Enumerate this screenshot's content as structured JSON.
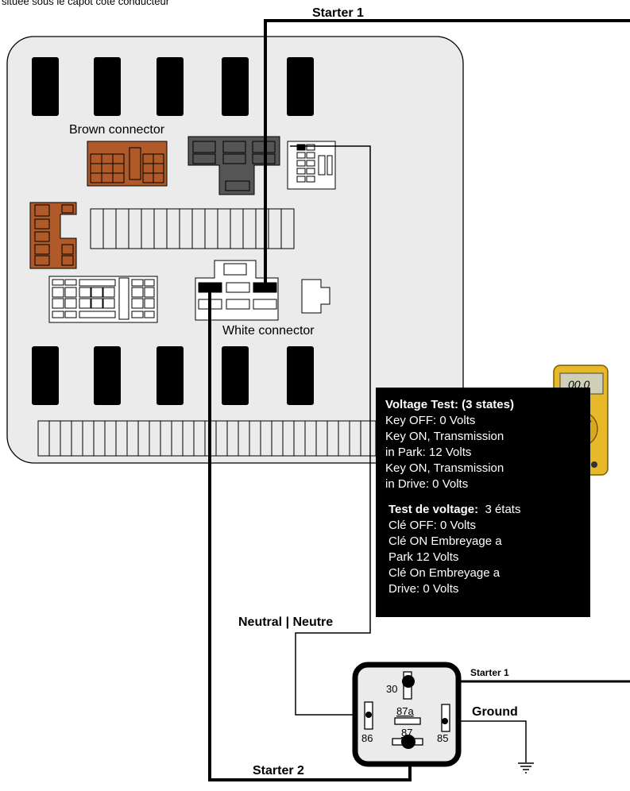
{
  "caption": "située sous le capot côté conducteur",
  "labels": {
    "starter1_top": "Starter 1",
    "brown_connector": "Brown connector",
    "white_connector": "White connector",
    "neutral": "Neutral | Neutre",
    "starter1_relay": "Starter 1",
    "ground": "Ground",
    "starter2": "Starter  2"
  },
  "relay_pins": {
    "p30": "30",
    "p87a": "87a",
    "p86": "86",
    "p87": "87",
    "p85": "85"
  },
  "multimeter": {
    "display": "00.0"
  },
  "info": {
    "en_title": "Voltage Test: (3 states)",
    "en_lines": [
      "Key OFF: 0 Volts",
      "Key ON, Transmission",
      "in Park: 12 Volts",
      "Key ON, Transmission",
      "in Drive: 0 Volts"
    ],
    "fr_title": "Test de voltage:",
    "fr_title_rest": "3 états",
    "fr_lines": [
      "Clé OFF: 0 Volts",
      "Clé ON Embreyage a",
      "Park 12 Volts",
      "Clé On Embreyage a",
      "Drive: 0 Volts"
    ]
  }
}
